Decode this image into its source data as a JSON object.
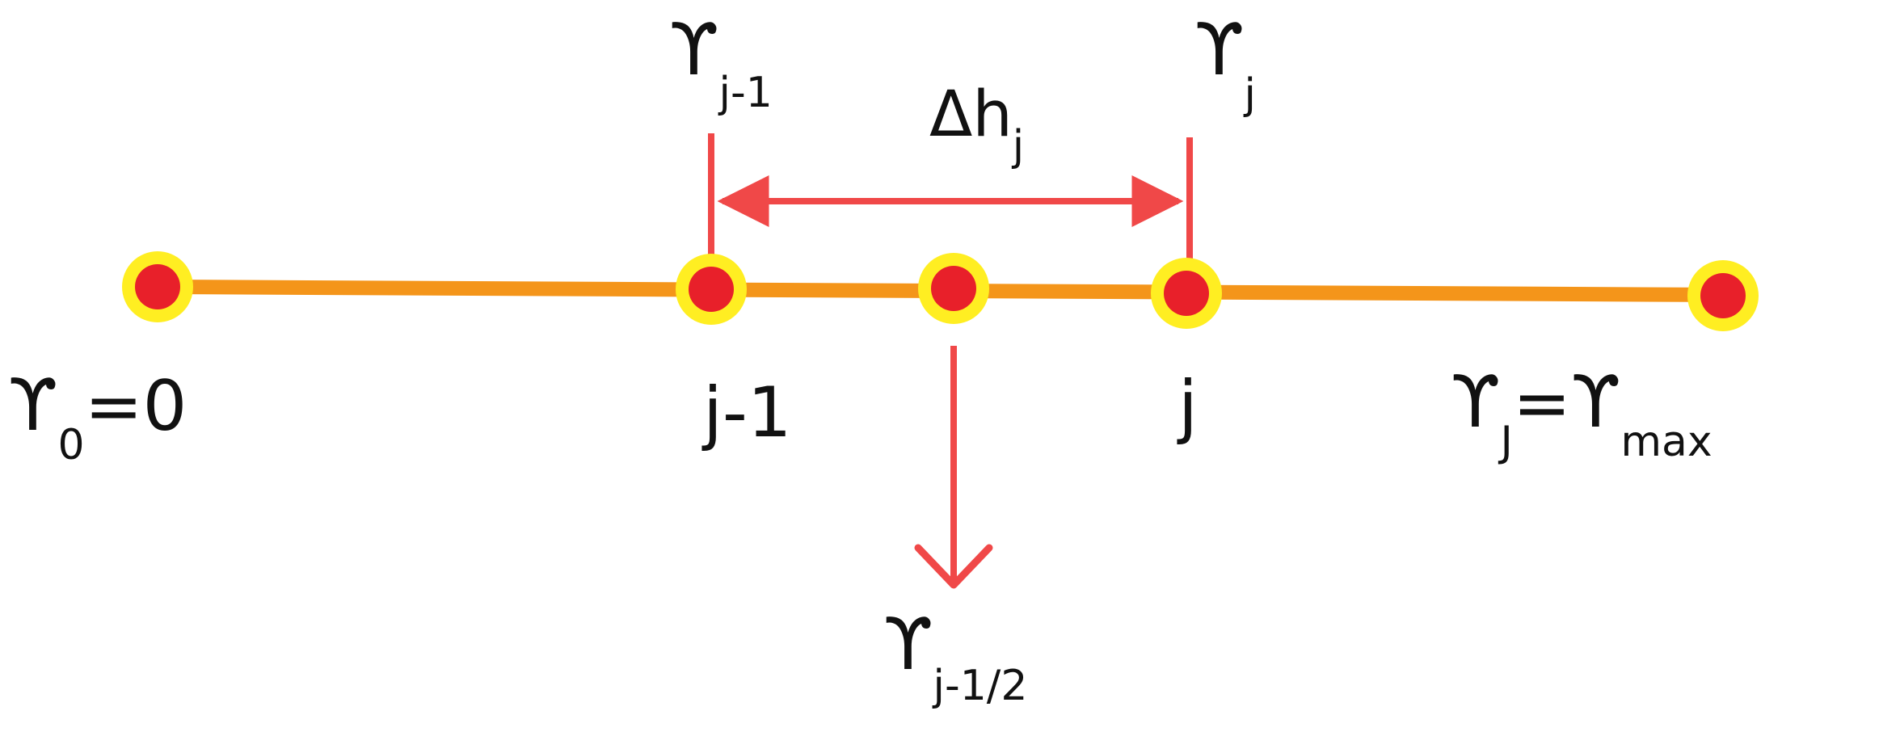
{
  "colors": {
    "axis_line": "#f4951a",
    "node_ring": "#ffee22",
    "node_fill": "#e8202a",
    "marker": "#f04848",
    "text": "#111111"
  },
  "symbol": "ϒ",
  "nodes": [
    {
      "id": "node-0"
    },
    {
      "id": "node-j-1"
    },
    {
      "id": "node-mid"
    },
    {
      "id": "node-j"
    },
    {
      "id": "node-J"
    }
  ],
  "labels": {
    "start": {
      "symbol": "ϒ",
      "sub": "0",
      "rest": "=0"
    },
    "end": {
      "symbol": "ϒ",
      "sub": "J",
      "eq": "=",
      "symbol2": "ϒ",
      "sub2": "max"
    },
    "j_minus_1_index": "j-1",
    "j_index": "j",
    "top_left": {
      "symbol": "ϒ",
      "sub": "j-1"
    },
    "top_right": {
      "symbol": "ϒ",
      "sub": "j"
    },
    "delta": {
      "main": "Δh",
      "sub": "j"
    },
    "bottom": {
      "symbol": "ϒ",
      "sub": "j-1/2"
    }
  }
}
